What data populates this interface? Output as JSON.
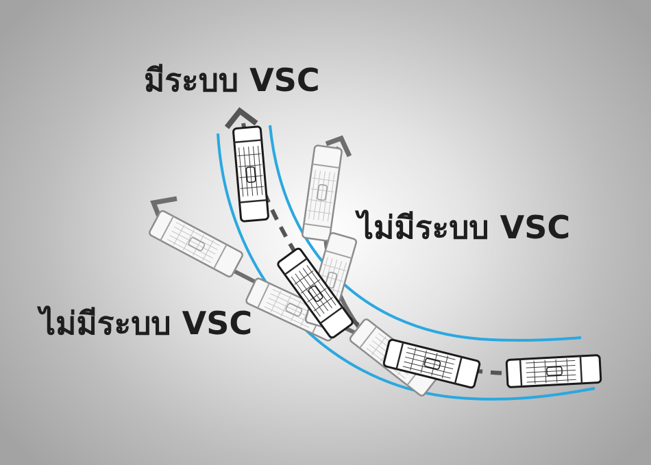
{
  "labels": {
    "with_vsc": "มีระบบ VSC",
    "without_vsc_right": "ไม่มีระบบ VSC",
    "without_vsc_left": "ไม่มีระบบ VSC"
  },
  "colors": {
    "lane_line": "#2aa8e0",
    "path_with_vsc": "#555555",
    "path_without_vsc": "#6e6e6e",
    "van_with_vsc_body": "#ffffff",
    "van_with_vsc_outline": "#1a1a1a",
    "van_without_vsc_body": "#f7f7f7",
    "van_without_vsc_outline": "#8c8c8c",
    "label_text": "#1e1e1e"
  },
  "icons": {
    "with_vsc_arrow": "arrow-up-icon",
    "understeer_arrow": "arrow-up-right-icon",
    "oversteer_arrow": "arrow-up-left-icon"
  }
}
